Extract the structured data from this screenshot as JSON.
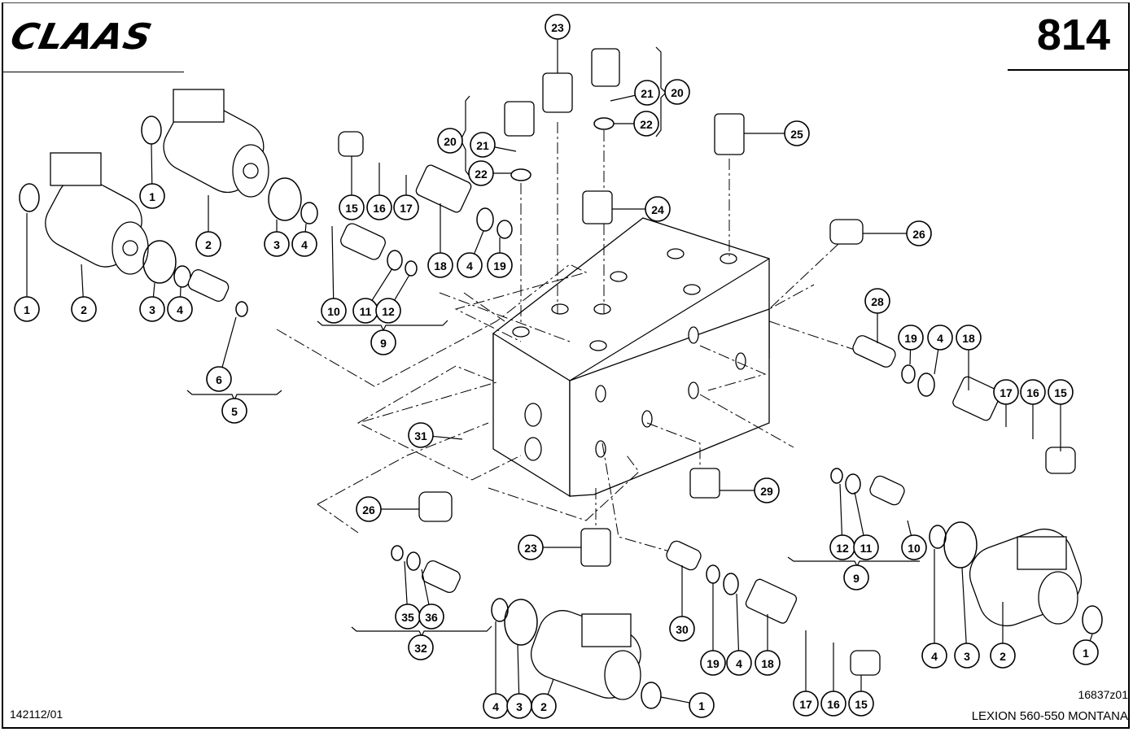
{
  "header": {
    "brand": "CLAAS",
    "page_number": "814"
  },
  "footer": {
    "doc_id": "142112/01",
    "figure_id": "16837z01",
    "model": "LEXION 560-550  MONTANA"
  },
  "callouts": [
    {
      "id": "c1a",
      "label": "1"
    },
    {
      "id": "c2a",
      "label": "2"
    },
    {
      "id": "c3a",
      "label": "3"
    },
    {
      "id": "c4a",
      "label": "4"
    },
    {
      "id": "c1b",
      "label": "1"
    },
    {
      "id": "c2b",
      "label": "2"
    },
    {
      "id": "c3b",
      "label": "3"
    },
    {
      "id": "c4b",
      "label": "4"
    },
    {
      "id": "c5",
      "label": "5"
    },
    {
      "id": "c6",
      "label": "6"
    },
    {
      "id": "c9a",
      "label": "9"
    },
    {
      "id": "c10a",
      "label": "10"
    },
    {
      "id": "c11a",
      "label": "11"
    },
    {
      "id": "c12a",
      "label": "12"
    },
    {
      "id": "c15a",
      "label": "15"
    },
    {
      "id": "c16a",
      "label": "16"
    },
    {
      "id": "c17a",
      "label": "17"
    },
    {
      "id": "c18a",
      "label": "18"
    },
    {
      "id": "c4c",
      "label": "4"
    },
    {
      "id": "c19a",
      "label": "19"
    },
    {
      "id": "c20a",
      "label": "20"
    },
    {
      "id": "c21a",
      "label": "21"
    },
    {
      "id": "c22a",
      "label": "22"
    },
    {
      "id": "c23a",
      "label": "23"
    },
    {
      "id": "c20b",
      "label": "20"
    },
    {
      "id": "c21b",
      "label": "21"
    },
    {
      "id": "c22b",
      "label": "22"
    },
    {
      "id": "c24",
      "label": "24"
    },
    {
      "id": "c25",
      "label": "25"
    },
    {
      "id": "c26a",
      "label": "26"
    },
    {
      "id": "c28",
      "label": "28"
    },
    {
      "id": "c19b",
      "label": "19"
    },
    {
      "id": "c4d",
      "label": "4"
    },
    {
      "id": "c18b",
      "label": "18"
    },
    {
      "id": "c17b",
      "label": "17"
    },
    {
      "id": "c16b",
      "label": "16"
    },
    {
      "id": "c15b",
      "label": "15"
    },
    {
      "id": "c31",
      "label": "31"
    },
    {
      "id": "c29",
      "label": "29"
    },
    {
      "id": "c26b",
      "label": "26"
    },
    {
      "id": "c23b",
      "label": "23"
    },
    {
      "id": "c12b",
      "label": "12"
    },
    {
      "id": "c11b",
      "label": "11"
    },
    {
      "id": "c10b",
      "label": "10"
    },
    {
      "id": "c9b",
      "label": "9"
    },
    {
      "id": "c35",
      "label": "35"
    },
    {
      "id": "c36",
      "label": "36"
    },
    {
      "id": "c32",
      "label": "32"
    },
    {
      "id": "c4e",
      "label": "4"
    },
    {
      "id": "c3c",
      "label": "3"
    },
    {
      "id": "c2c",
      "label": "2"
    },
    {
      "id": "c1c",
      "label": "1"
    },
    {
      "id": "c30",
      "label": "30"
    },
    {
      "id": "c19c",
      "label": "19"
    },
    {
      "id": "c4f",
      "label": "4"
    },
    {
      "id": "c18c",
      "label": "18"
    },
    {
      "id": "c17c",
      "label": "17"
    },
    {
      "id": "c16c",
      "label": "16"
    },
    {
      "id": "c15c",
      "label": "15"
    },
    {
      "id": "c4g",
      "label": "4"
    },
    {
      "id": "c3d",
      "label": "3"
    },
    {
      "id": "c2d",
      "label": "2"
    },
    {
      "id": "c1d",
      "label": "1"
    }
  ]
}
